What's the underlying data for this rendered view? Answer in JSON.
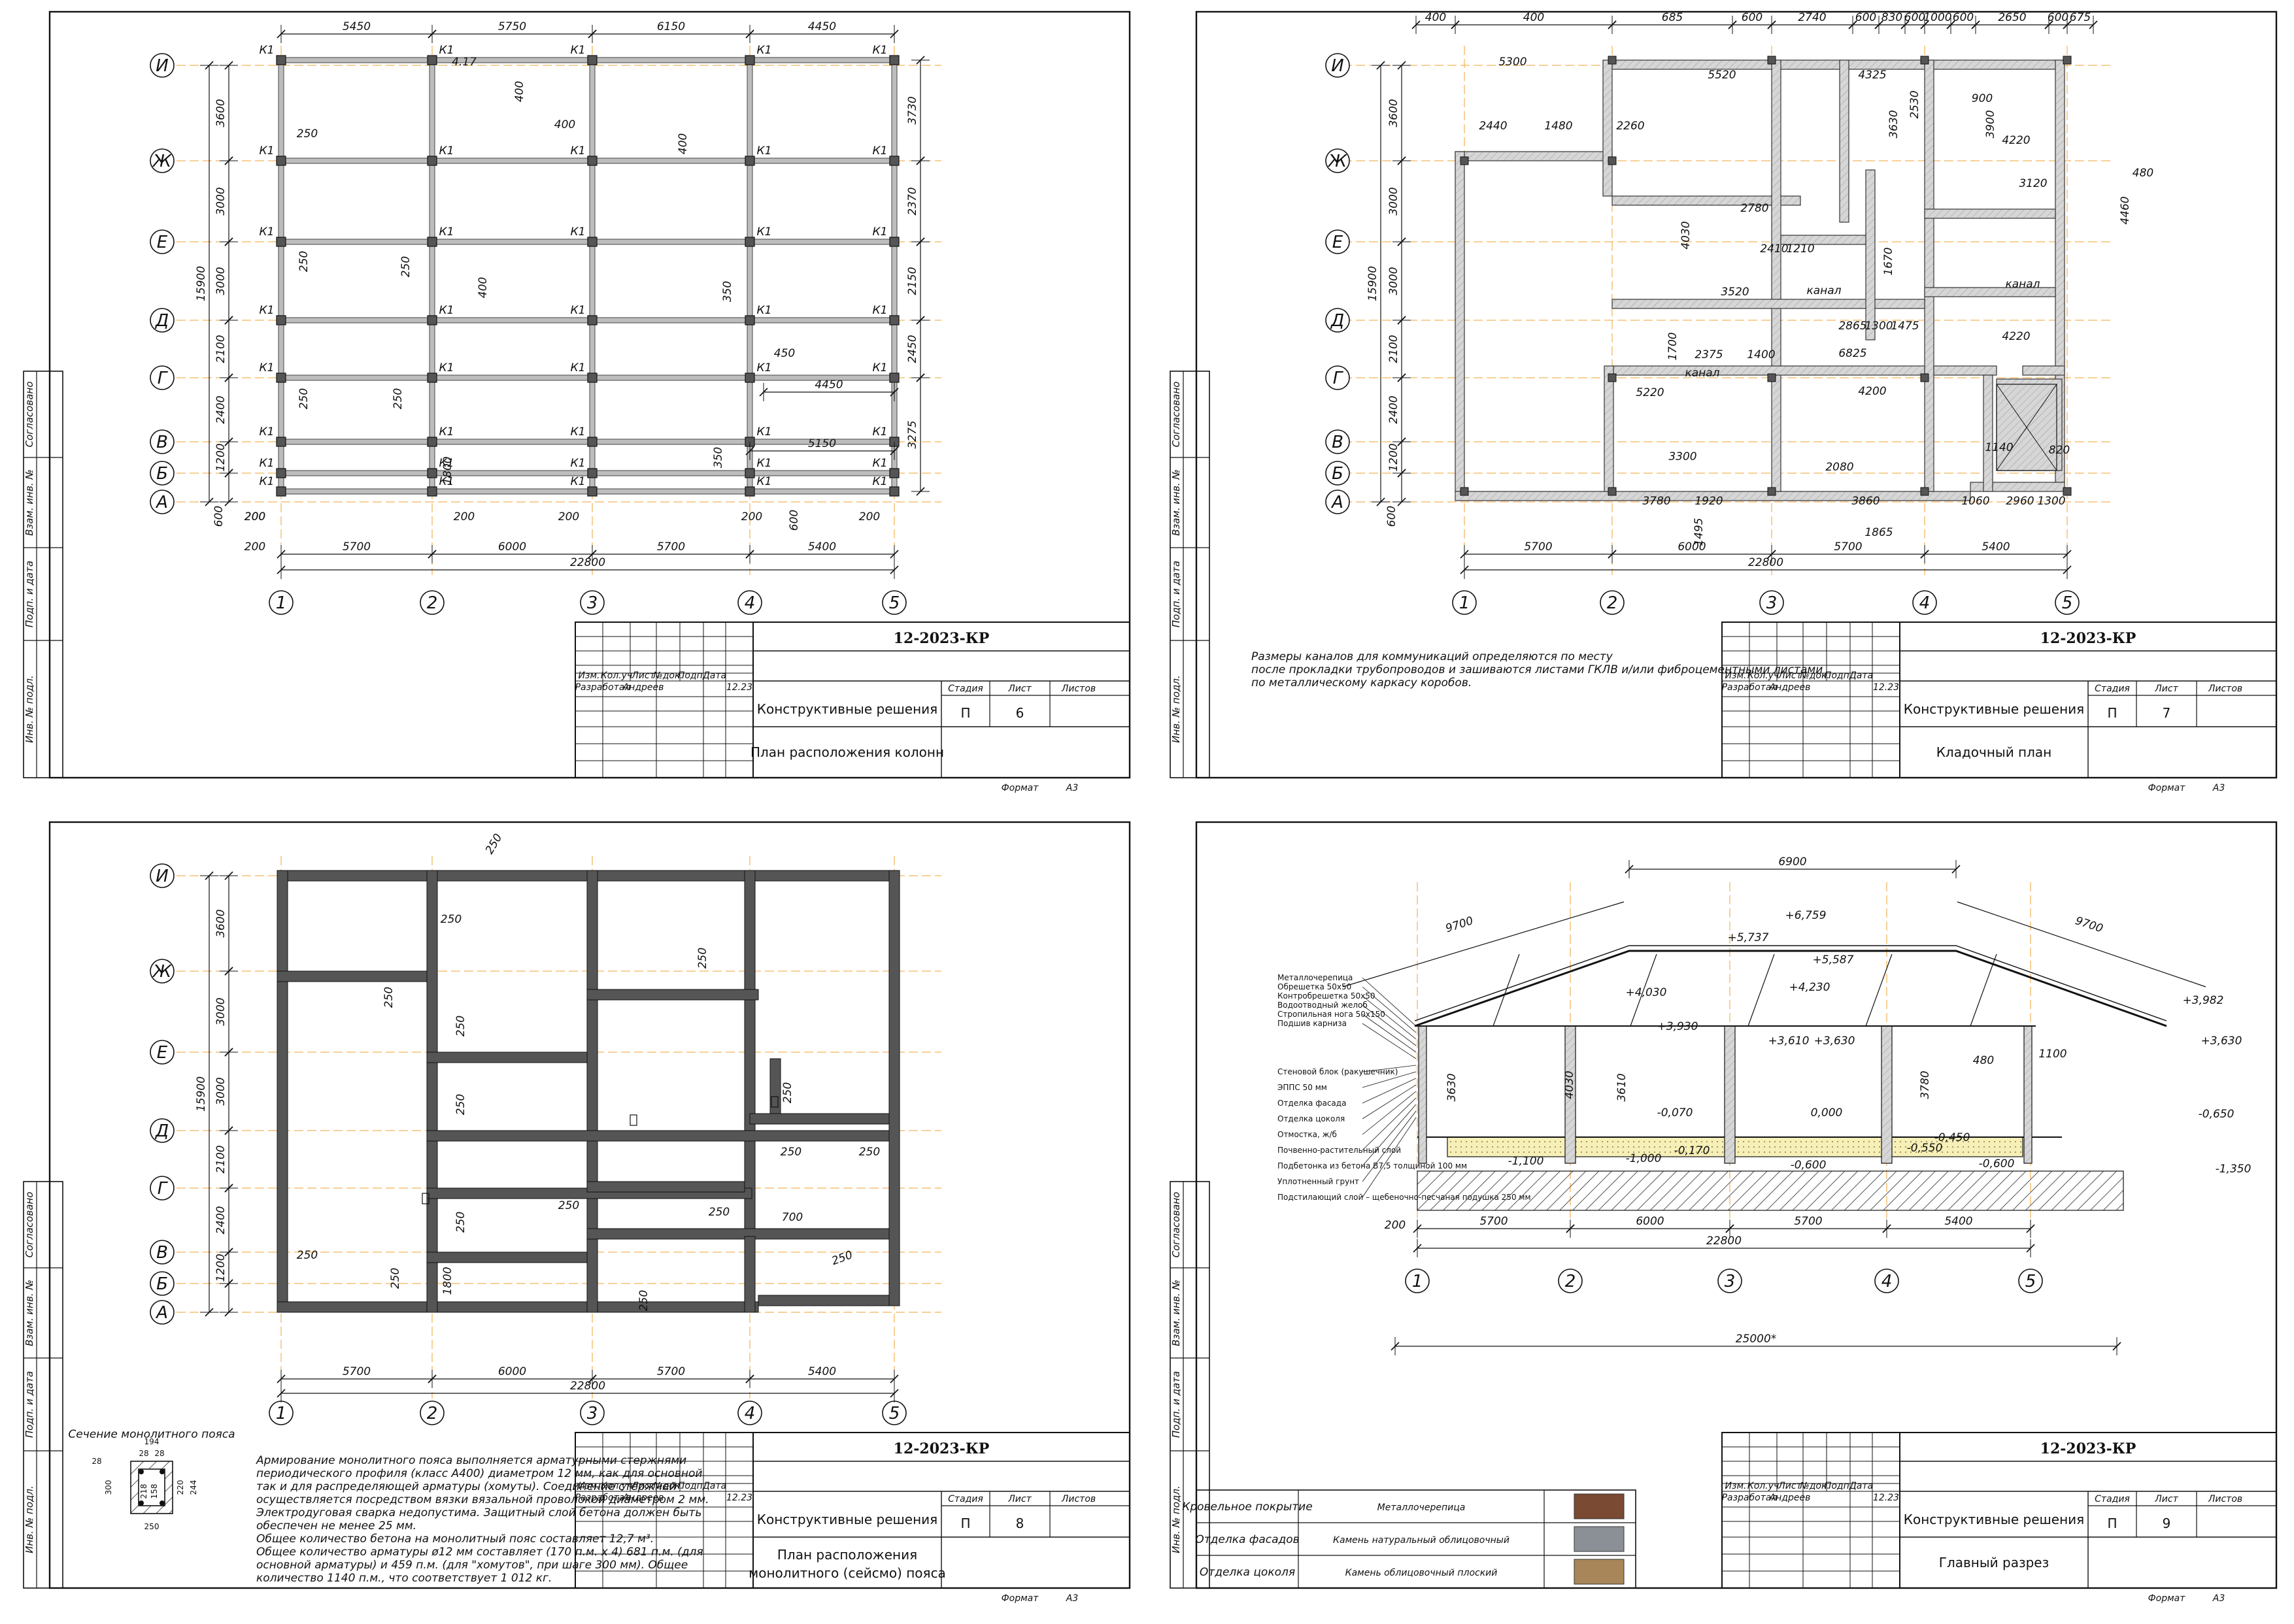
{
  "title_block": {
    "code": "12-2023-KP",
    "code_display": "12-2023-КР",
    "headers": [
      "Изм.",
      "Кол.уч",
      "Лист",
      "№док.",
      "Подп.",
      "Дата"
    ],
    "role": "Разработал",
    "author": "Андреев",
    "date": "12.23",
    "stage_label": "Стадия",
    "sheet_label": "Лист",
    "sheets_label": "Листов",
    "stage": "П",
    "section": "Конструктивные решения",
    "format_label": "Формат",
    "format": "А3"
  },
  "side_labels": [
    "Согласовано",
    "Взам. инв. №",
    "Подп. и дата",
    "Инв. № подл."
  ],
  "sheets": [
    {
      "name": "column-plan",
      "number": "6",
      "title": "План расположения колонн"
    },
    {
      "name": "masonry-plan",
      "number": "7",
      "title": "Кладочный план"
    },
    {
      "name": "seismic-belt-plan",
      "number": "8",
      "title_line1": "План расположения",
      "title_line2": "монолитного (сейсмо) пояса"
    },
    {
      "name": "main-section",
      "number": "9",
      "title": "Главный разрез"
    }
  ],
  "axes": {
    "letters": [
      "И",
      "Ж",
      "Е",
      "Д",
      "Г",
      "В",
      "Б",
      "А"
    ],
    "numbers": [
      "1",
      "2",
      "3",
      "4",
      "5"
    ]
  },
  "dims": {
    "bottom_bays": [
      "5700",
      "6000",
      "5700",
      "5400"
    ],
    "overall_width": "22800",
    "overall_height": "15900",
    "edge": "200",
    "edge_left": "600",
    "left_bays": [
      "3600",
      "3000",
      "3000",
      "2100",
      "2400",
      "1200"
    ],
    "sheet6_top": [
      "5450",
      "5750",
      "6150",
      "4450"
    ],
    "sheet6_right": [
      "3730",
      "2370",
      "2150",
      "2450",
      "3275"
    ],
    "sheet6_inner": [
      "4450",
      "5150",
      "450",
      "350",
      "1800",
      "250",
      "400",
      "4.17"
    ],
    "column_mark": "К1",
    "sheet7_top": [
      "400",
      "400",
      "685",
      "600",
      "2740",
      "600",
      "830",
      "600",
      "1000",
      "600",
      "2650",
      "600",
      "675"
    ],
    "sheet7_inner": [
      "5300",
      "5520",
      "2440",
      "1480",
      "2260",
      "4325",
      "3630",
      "2530",
      "3900",
      "4220",
      "3120",
      "2780",
      "2410",
      "3520",
      "4030",
      "2375",
      "1400",
      "6825",
      "5220",
      "4200",
      "3300",
      "3780",
      "1920",
      "3860",
      "1060",
      "2960",
      "1300",
      "2080",
      "1865",
      "1495",
      "4220",
      "1210",
      "1670",
      "2865",
      "1300",
      "1475",
      "4460",
      "480",
      "900",
      "1700",
      "1140",
      "820"
    ],
    "canal": "канал",
    "sheet8_belt": "250",
    "section_roof": [
      "6900",
      "9700",
      "9700"
    ],
    "section_levels": [
      "+6,759",
      "+5,737",
      "+5,587",
      "+4,030",
      "+4,230",
      "+3,930",
      "+3,610",
      "+3,630",
      "+3,982",
      "+3,630",
      "-0,070",
      "0,000",
      "-0,450",
      "-0,650",
      "-0,170",
      "-0,600",
      "-0,550",
      "-0,600",
      "-1,000",
      "-1,100",
      "-1,350"
    ],
    "section_heights": [
      "3630",
      "4030",
      "3610",
      "3780",
      "480",
      "1100"
    ],
    "section_overall": "25000*"
  },
  "sheet7_note": [
    "Размеры каналов для коммуникаций определяются по месту",
    "после прокладки трубопроводов и зашиваются листами ГКЛВ и/или фиброцементными листами",
    "по металлическому каркасу коробов."
  ],
  "sheet8_note": [
    "Армирование монолитного пояса выполняется арматурными стержнями",
    "периодического профиля (класс А400) диаметром 12 мм, как для основной",
    "так и для распределяющей арматуры (хомуты). Соединение стержней",
    "осуществляется посредством вязки вязальной проволокой диаметром 2 мм.",
    "Электродуговая сварка недопустима. Защитный слой бетона должен быть",
    "обеспечен не менее 25 мм.",
    "Общее количество бетона на монолитный пояс составляет 12,7 м³.",
    "Общее количество арматуры ø12 мм составляет (170 п.м. х 4) 681 п.м. (для",
    "основной арматуры) и 459 п.м. (для \"хомутов\", при шаге 300 мм). Общее",
    "количество 1140 п.м., что соответствует 1 012 кг."
  ],
  "belt_section": {
    "title": "Сечение монолитного пояса",
    "dims": [
      "194",
      "28",
      "28",
      "300",
      "218",
      "158",
      "220",
      "244",
      "28",
      "250"
    ]
  },
  "section_layers": [
    "Металлочерепица",
    "Обрешетка 50х50",
    "Контробрешетка 50х50",
    "Водоотводный желоб",
    "Стропильная нога 50х150",
    "Подшив карниза",
    "Стеновой блок (ракушечник)",
    "ЭППС 50 мм",
    "Отделка фасада",
    "Отделка цоколя",
    "Отмостка, ж/б",
    "Почвенно-растительный слой",
    "Подбетонка из бетона В7,5 толщиной 100 мм",
    "Уплотненный грунт",
    "Подстилающий слой – щебеночно-песчаная подушка 250 мм"
  ],
  "finishes": [
    {
      "element": "Кровельное покрытие",
      "material": "Металлочерепица",
      "color": "#7a4a33"
    },
    {
      "element": "Отделка фасадов",
      "material": "Камень натуральный облицовочный",
      "color": "#8b9097"
    },
    {
      "element": "Отделка цоколя",
      "material": "Камень облицовочный плоский",
      "color": "#a8865a"
    }
  ],
  "colors": {
    "axis": "#f0a030",
    "wall": "#cfcfcf",
    "hatch": "#555555",
    "line": "#111111"
  }
}
